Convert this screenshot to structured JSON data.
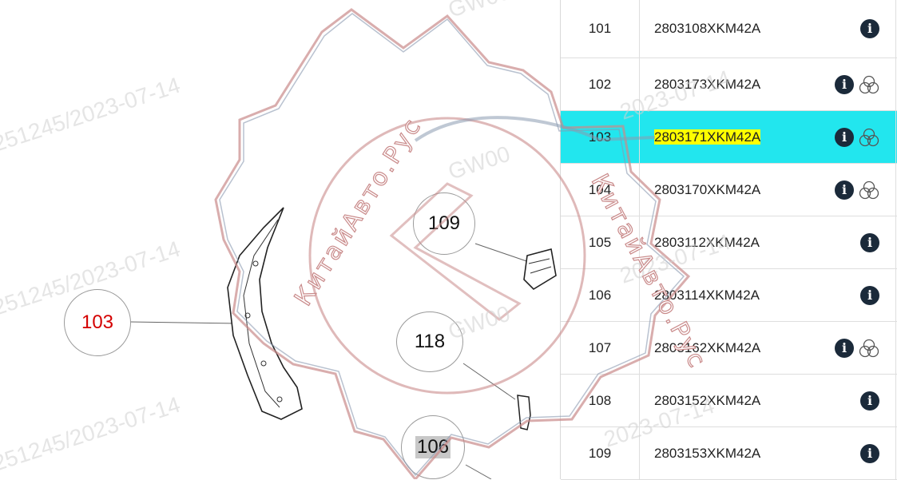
{
  "callouts": {
    "c103": "103",
    "c109": "109",
    "c118": "118",
    "c106": "106"
  },
  "parts": [
    {
      "num": "101",
      "code": "2803108XKM42A",
      "info": true,
      "variants": false
    },
    {
      "num": "102",
      "code": "2803173XKM42A",
      "info": true,
      "variants": true
    },
    {
      "num": "103",
      "code": "2803171XKM42A",
      "info": true,
      "variants": true,
      "selected": true
    },
    {
      "num": "104",
      "code": "2803170XKM42A",
      "info": true,
      "variants": true
    },
    {
      "num": "105",
      "code": "2803112XKM42A",
      "info": true,
      "variants": false
    },
    {
      "num": "106",
      "code": "2803114XKM42A",
      "info": true,
      "variants": false
    },
    {
      "num": "107",
      "code": "2803162XKM42A",
      "info": true,
      "variants": true
    },
    {
      "num": "108",
      "code": "2803152XKM42A",
      "info": true,
      "variants": false
    },
    {
      "num": "109",
      "code": "2803153XKM42A",
      "info": true,
      "variants": false
    }
  ],
  "icons": {
    "info": "info-icon",
    "variants": "three-circles-icon",
    "info_glyph": "i"
  },
  "colors": {
    "selected_row": "#22e6ee",
    "highlight": "#ffff00",
    "active_callout": "#d40000"
  },
  "watermark": {
    "date_left": "251245/2023-07-14",
    "date_right": "2023-07-14",
    "gw_prefix": "GW00",
    "brand": "КитайАвто.Рус"
  }
}
